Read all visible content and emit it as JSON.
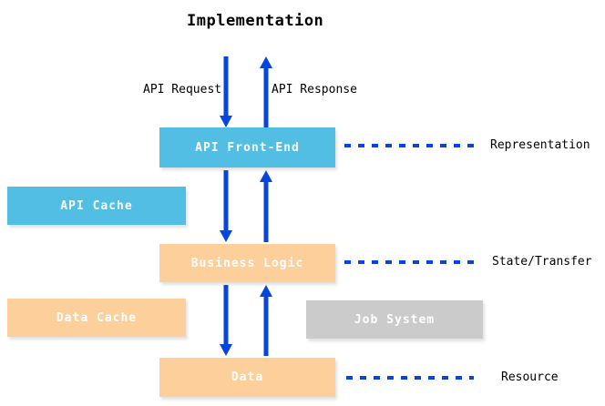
{
  "title": "Implementation",
  "colors": {
    "blue_box": "#52BEE4",
    "orange_box": "#FDCF9B",
    "gray_box": "#CBCBCB",
    "arrow": "#0645DE",
    "box_text": "#FFFFFF",
    "text": "#000000"
  },
  "flow_labels": {
    "request": "API Request",
    "response": "API Response"
  },
  "boxes": {
    "api_front_end": "API Front-End",
    "api_cache": "API Cache",
    "business_logic": "Business Logic",
    "data_cache": "Data Cache",
    "job_system": "Job System",
    "data": "Data"
  },
  "layer_labels": {
    "representation": "Representation",
    "state_transfer": "State/Transfer",
    "resource": "Resource"
  }
}
